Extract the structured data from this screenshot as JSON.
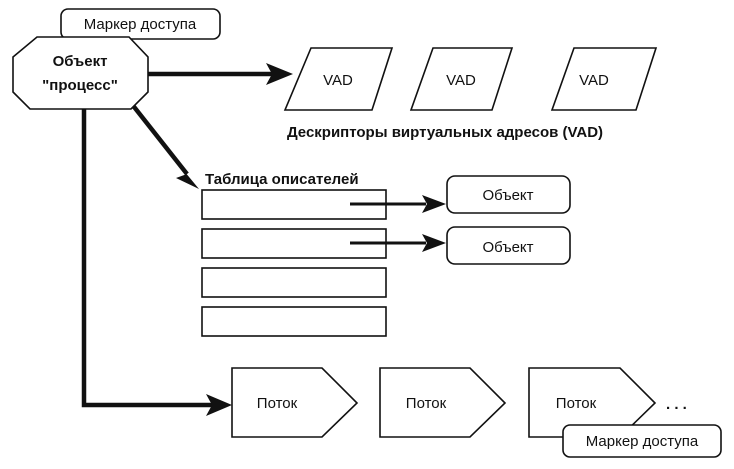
{
  "access_token_top": "Маркер доступа",
  "process_object": {
    "line1": "Объект",
    "line2": "\"процесс\""
  },
  "vad": {
    "items": [
      "VAD",
      "VAD",
      "VAD"
    ],
    "caption": "Дескрипторы виртуальных адресов (VAD)"
  },
  "handle_table": {
    "title": "Таблица описателей",
    "row_count": 4
  },
  "objects": [
    "Объект",
    "Объект"
  ],
  "threads": {
    "items": [
      "Поток",
      "Поток",
      "Поток"
    ],
    "ellipsis": ". . ."
  },
  "access_token_bottom": "Маркер доступа"
}
